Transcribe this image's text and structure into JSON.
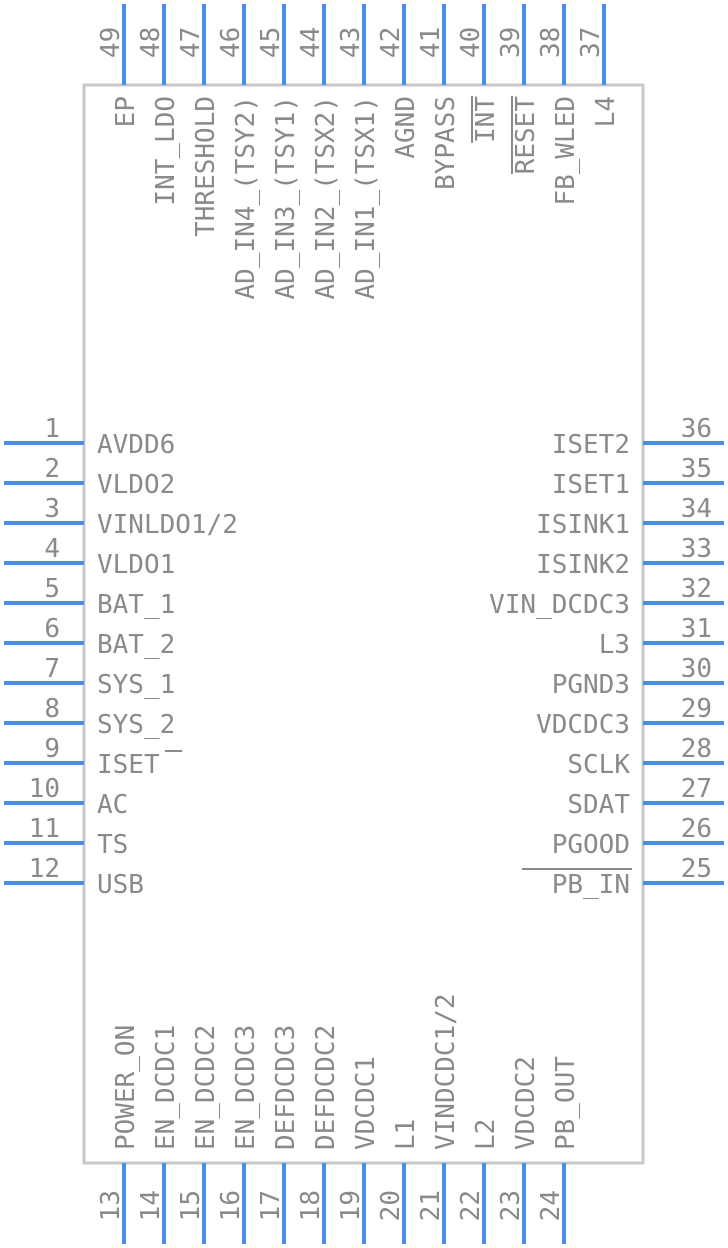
{
  "colors": {
    "pin": "#4a8fe6",
    "body_outline": "#c8c8c8",
    "text": "#8a8a8a",
    "background": "#ffffff"
  },
  "pins": {
    "left": [
      {
        "num": "1",
        "name": "AVDD6"
      },
      {
        "num": "2",
        "name": "VLDO2"
      },
      {
        "num": "3",
        "name": "VINLDO1/2"
      },
      {
        "num": "4",
        "name": "VLDO1"
      },
      {
        "num": "5",
        "name": "BAT_1"
      },
      {
        "num": "6",
        "name": "BAT_2"
      },
      {
        "num": "7",
        "name": "SYS_1"
      },
      {
        "num": "8",
        "name": "SYS_2"
      },
      {
        "num": "9",
        "name": "ISET",
        "overline": true
      },
      {
        "num": "10",
        "name": "AC"
      },
      {
        "num": "11",
        "name": "TS"
      },
      {
        "num": "12",
        "name": "USB"
      }
    ],
    "right": [
      {
        "num": "36",
        "name": "ISET2"
      },
      {
        "num": "35",
        "name": "ISET1"
      },
      {
        "num": "34",
        "name": "ISINK1"
      },
      {
        "num": "33",
        "name": "ISINK2"
      },
      {
        "num": "32",
        "name": "VIN_DCDC3"
      },
      {
        "num": "31",
        "name": "L3"
      },
      {
        "num": "30",
        "name": "PGND3"
      },
      {
        "num": "29",
        "name": "VDCDC3"
      },
      {
        "num": "28",
        "name": "SCLK"
      },
      {
        "num": "27",
        "name": "SDAT"
      },
      {
        "num": "26",
        "name": "PGOOD"
      },
      {
        "num": "25",
        "name": "PB_IN",
        "overline": true
      }
    ],
    "bottom": [
      {
        "num": "13",
        "name": "POWER_ON"
      },
      {
        "num": "14",
        "name": "EN_DCDC1"
      },
      {
        "num": "15",
        "name": "EN_DCDC2"
      },
      {
        "num": "16",
        "name": "EN_DCDC3"
      },
      {
        "num": "17",
        "name": "DEFDCDC3"
      },
      {
        "num": "18",
        "name": "DEFDCDC2"
      },
      {
        "num": "19",
        "name": "VDCDC1"
      },
      {
        "num": "20",
        "name": "L1"
      },
      {
        "num": "21",
        "name": "VINDCDC1/2"
      },
      {
        "num": "22",
        "name": "L2"
      },
      {
        "num": "23",
        "name": "VDCDC2"
      },
      {
        "num": "24",
        "name": "PB_OUT"
      }
    ],
    "top": [
      {
        "num": "49",
        "name": "EP"
      },
      {
        "num": "48",
        "name": "INT_LDO"
      },
      {
        "num": "47",
        "name": "THRESHOLD"
      },
      {
        "num": "46",
        "name": "AD_IN4_(TSY2)"
      },
      {
        "num": "45",
        "name": "AD_IN3_(TSY1)"
      },
      {
        "num": "44",
        "name": "AD_IN2_(TSX2)"
      },
      {
        "num": "43",
        "name": "AD_IN1_(TSX1)"
      },
      {
        "num": "42",
        "name": "AGND"
      },
      {
        "num": "41",
        "name": "BYPASS"
      },
      {
        "num": "40",
        "name": "INT",
        "overline": true
      },
      {
        "num": "39",
        "name": "RESET",
        "overline": true
      },
      {
        "num": "38",
        "name": "FB_WLED"
      },
      {
        "num": "37",
        "name": "L4"
      }
    ]
  }
}
